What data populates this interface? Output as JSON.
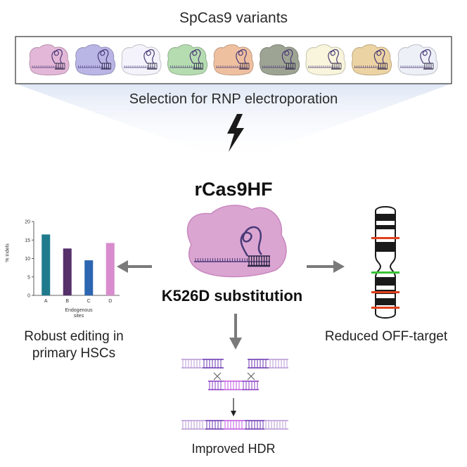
{
  "diagram": {
    "top_title": "SpCas9 variants",
    "selection_label": "Selection for RNP electroporation",
    "main_variant": "rCas9HF",
    "substitution": "K526D substitution",
    "left_caption_line1": "Robust editing in",
    "left_caption_line2": "primary HSCs",
    "right_caption": "Reduced OFF-target",
    "bottom_caption": "Improved HDR",
    "variant_colors": [
      "#e3b7d7",
      "#b9b6e6",
      "#f4f3fb",
      "#b5dcb0",
      "#efc0a0",
      "#9ea493",
      "#f8f5dc",
      "#ecd3a3",
      "#eef0f8"
    ],
    "icons": [
      "lightning-bolt-icon",
      "arrow-left-icon",
      "arrow-right-icon",
      "arrow-down-icon",
      "chromosome-icon",
      "cas9-rnp-icon"
    ]
  },
  "chart_data": {
    "type": "bar",
    "categories": [
      "A",
      "B",
      "C",
      "D"
    ],
    "values": [
      16.5,
      12.7,
      9.5,
      14.2
    ],
    "colors": [
      "#1f7a8c",
      "#55306b",
      "#2d66b0",
      "#d98ccd"
    ],
    "xlabel_line1": "Endogenous",
    "xlabel_line2": "sites",
    "ylabel": "% indels",
    "yticks": [
      0,
      5,
      10,
      15,
      20
    ],
    "ylim": [
      0,
      20
    ]
  }
}
